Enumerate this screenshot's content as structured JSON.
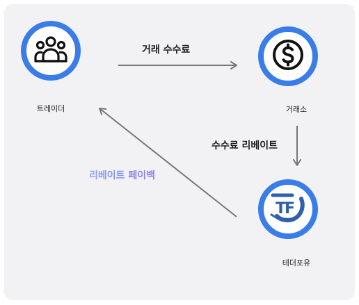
{
  "nodes": {
    "trader": {
      "label": "트레이더",
      "icon": "people-group-icon"
    },
    "exchange": {
      "label": "거래소",
      "icon": "dollar-coin-icon"
    },
    "tetherfoyu": {
      "label": "테더포유",
      "icon": "tf-logo",
      "logo_text": "TF"
    }
  },
  "edges": {
    "fee": {
      "label": "거래 수수료"
    },
    "rebate": {
      "label": "수수료 리베이트"
    },
    "payback": {
      "label": "리베이트 페이백"
    }
  },
  "colors": {
    "node_ring": "#3a7de8",
    "arrow": "#777777",
    "logo_blue": "#2f5fae",
    "payback_gradient": [
      "#8fa6f2",
      "#9a7ae8"
    ]
  }
}
